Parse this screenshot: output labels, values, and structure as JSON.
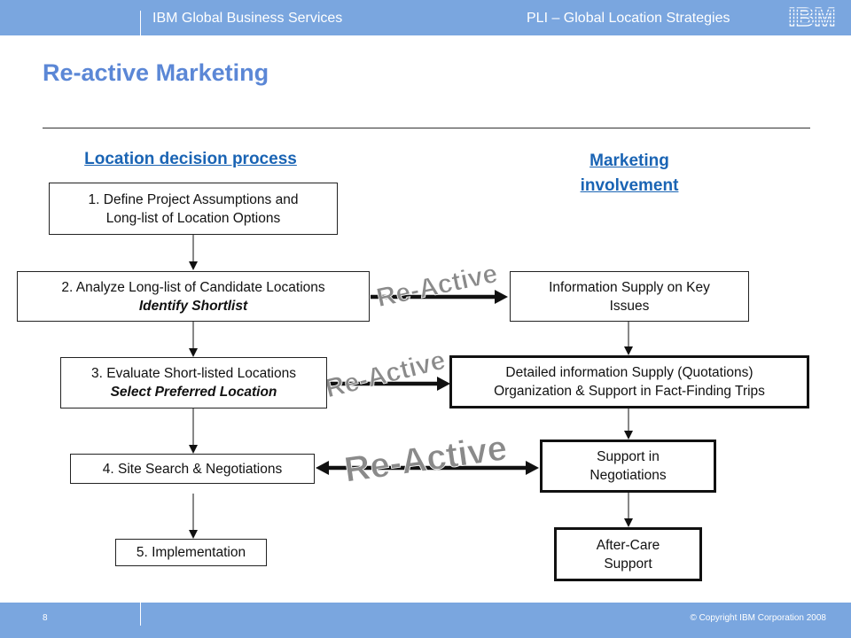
{
  "header": {
    "left_text": "IBM Global Business Services",
    "right_text": "PLI – Global Location Strategies",
    "logo_text": "IBM"
  },
  "slide": {
    "title": "Re-active Marketing"
  },
  "left_column": {
    "title": "Location decision process",
    "steps": [
      {
        "line1": "1. Define Project Assumptions and",
        "line2": "Long-list of Location Options",
        "emphasis": ""
      },
      {
        "line1": "2. Analyze Long-list of Candidate Locations",
        "line2": "",
        "emphasis": "Identify Shortlist"
      },
      {
        "line1": "3. Evaluate Short-listed Locations",
        "line2": "",
        "emphasis": "Select Preferred Location"
      },
      {
        "line1": "4. Site Search & Negotiations",
        "line2": "",
        "emphasis": ""
      },
      {
        "line1": "5. Implementation",
        "line2": "",
        "emphasis": ""
      }
    ]
  },
  "right_column": {
    "title_line1": "Marketing",
    "title_line2": "involvement",
    "boxes": [
      {
        "line1": "Information Supply on Key",
        "line2": "Issues"
      },
      {
        "line1": "Detailed information Supply (Quotations)",
        "line2": "Organization & Support in Fact-Finding Trips"
      },
      {
        "line1": "Support in",
        "line2": "Negotiations"
      },
      {
        "line1": "After-Care",
        "line2": "Support"
      }
    ]
  },
  "connectors": {
    "label": "Re-Active",
    "label_color": "#8a8a8a"
  },
  "footer": {
    "page_number": "8",
    "copyright": "© Copyright IBM Corporation 2008"
  },
  "colors": {
    "bar": "#7aa6df",
    "title": "#5b87d6",
    "section_title": "#1a64b4"
  }
}
